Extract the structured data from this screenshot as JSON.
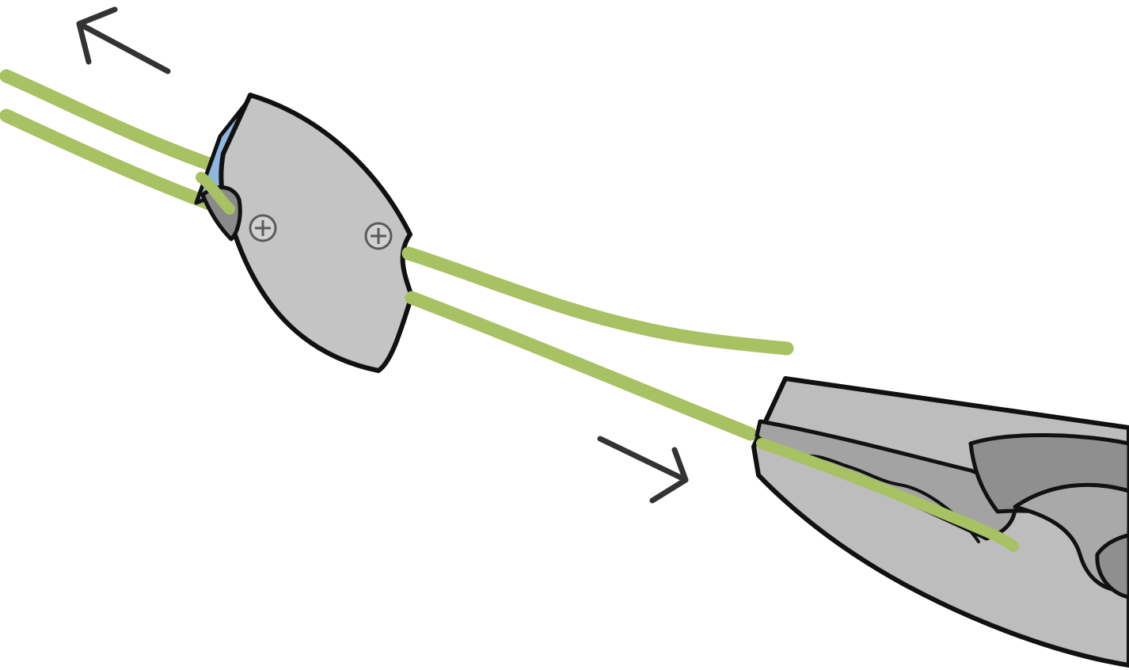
{
  "diagram": {
    "kind": "cord-stopper-pull-illustration",
    "labels": [],
    "colors": {
      "background": "#ffffff",
      "cord": "#a7c163",
      "stopper_body": "#c4c4c4",
      "stopper_channel": "#8a8a8a",
      "stopper_end_accent": "#8eb6e0",
      "pliers_body": "#bdbdbd",
      "pliers_dark": "#8f8f8f",
      "outline": "#111111",
      "arrow": "#333333"
    },
    "icons": [
      "left-arrow-icon",
      "right-arrow-icon",
      "stopper-screw-icon",
      "pliers-icon"
    ],
    "directions": {
      "cords_pulled": "left",
      "pliers_pulled": "right"
    }
  }
}
